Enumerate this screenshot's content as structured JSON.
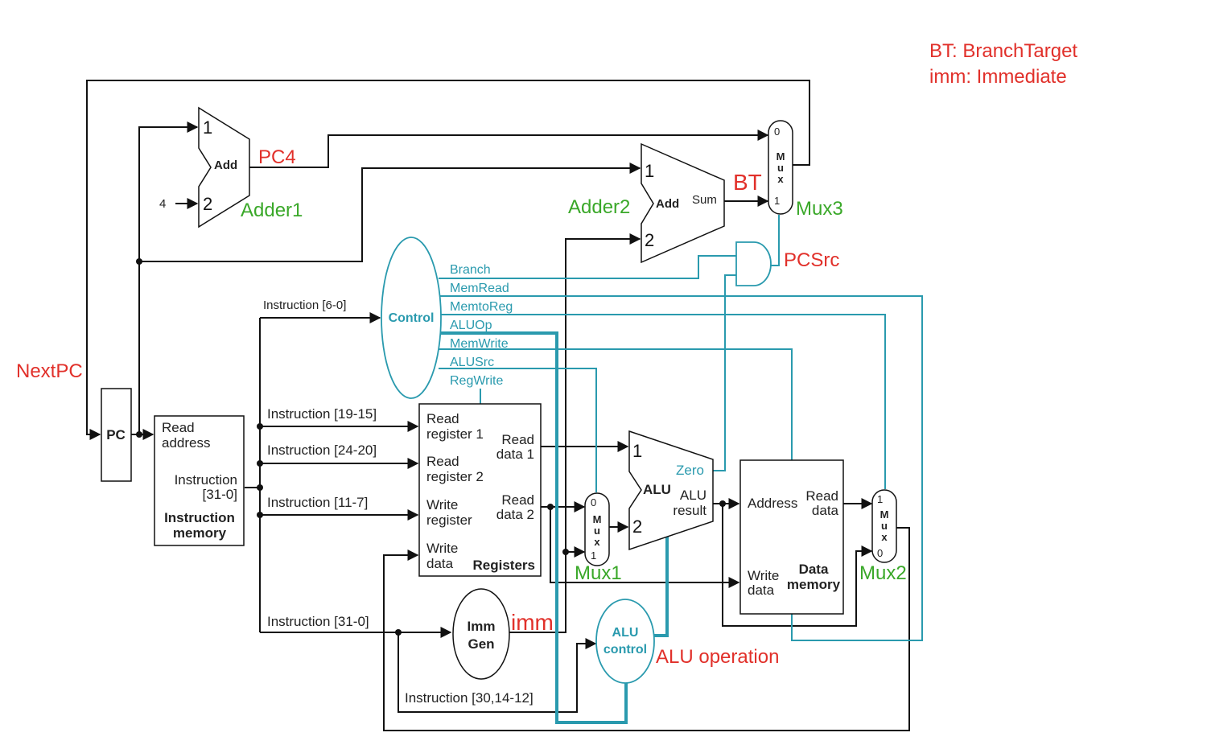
{
  "legend": {
    "line1": "BT: BranchTarget",
    "line2": "imm: Immediate"
  },
  "names": {
    "next_pc": "NextPC",
    "pc4": "PC4",
    "bt": "BT",
    "pcsrc": "PCSrc",
    "imm": "imm",
    "alu_operation": "ALU operation",
    "adder1": "Adder1",
    "adder2": "Adder2",
    "mux1": "Mux1",
    "mux2": "Mux2",
    "mux3": "Mux3"
  },
  "pc": {
    "label": "PC"
  },
  "adder1": {
    "op": "Add",
    "in1": "1",
    "in2": "2",
    "const": "4"
  },
  "adder2": {
    "op": "Add",
    "sum": "Sum",
    "in1": "1",
    "in2": "2"
  },
  "mux_text": {
    "m": "M",
    "u": "u",
    "x": "x"
  },
  "mux3": {
    "in0": "0",
    "in1": "1"
  },
  "mux1": {
    "in0": "0",
    "in1": "1"
  },
  "mux2": {
    "in1": "1",
    "in0": "0"
  },
  "instruction_memory": {
    "read_address_1": "Read",
    "read_address_2": "address",
    "instruction_1": "Instruction",
    "instruction_2": "[31-0]",
    "title_1": "Instruction",
    "title_2": "memory"
  },
  "control": {
    "label": "Control",
    "signals": [
      "Branch",
      "MemRead",
      "MemtoReg",
      "ALUOp",
      "MemWrite",
      "ALUSrc",
      "RegWrite"
    ]
  },
  "fields": {
    "f6_0": "Instruction [6-0]",
    "f19_15": "Instruction [19-15]",
    "f24_20": "Instruction [24-20]",
    "f11_7": "Instruction [11-7]",
    "f31_0": "Instruction [31-0]",
    "f30_14_12": "Instruction [30,14-12]"
  },
  "registers": {
    "rr1_a": "Read",
    "rr1_b": "register 1",
    "rr2_a": "Read",
    "rr2_b": "register 2",
    "wr_a": "Write",
    "wr_b": "register",
    "wd_a": "Write",
    "wd_b": "data",
    "rd1_a": "Read",
    "rd1_b": "data 1",
    "rd2_a": "Read",
    "rd2_b": "data 2",
    "title": "Registers"
  },
  "alu": {
    "label": "ALU",
    "zero": "Zero",
    "result_1": "ALU",
    "result_2": "result",
    "in1": "1",
    "in2": "2"
  },
  "imm_gen": {
    "line1": "Imm",
    "line2": "Gen"
  },
  "alu_control": {
    "line1": "ALU",
    "line2": "control"
  },
  "data_memory": {
    "address": "Address",
    "read_1": "Read",
    "read_2": "data",
    "write_1": "Write",
    "write_2": "data",
    "title_1": "Data",
    "title_2": "memory"
  }
}
